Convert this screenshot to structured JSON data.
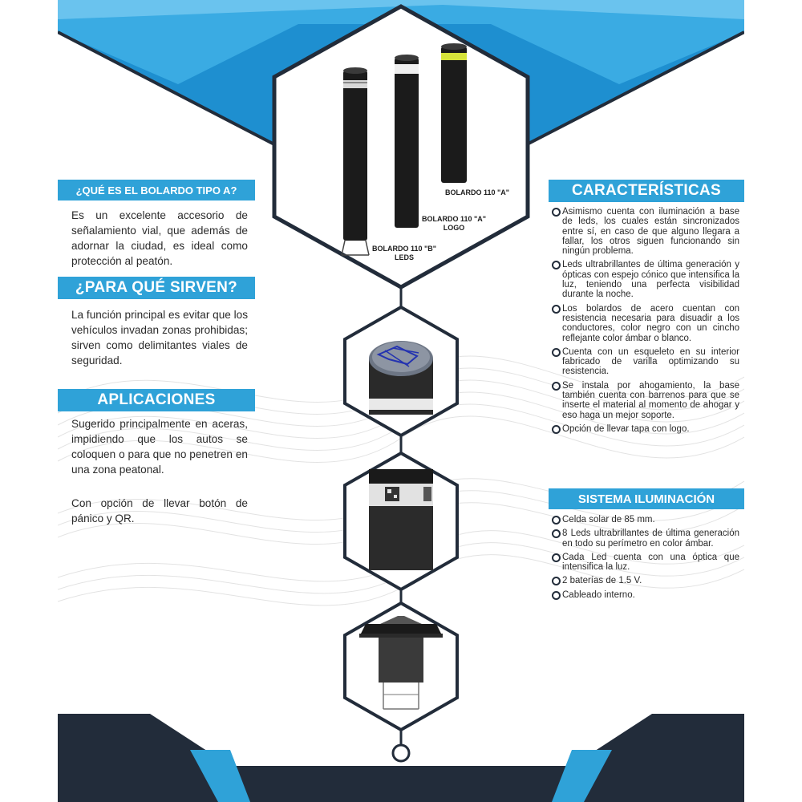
{
  "colors": {
    "accent": "#2fa2d8",
    "navy": "#222c3a",
    "light_blue": "#55b9ea"
  },
  "left": {
    "q1": {
      "title": "¿QUÉ ES EL BOLARDO TIPO A?",
      "text": "Es un excelente accesorio de señalamiento vial, que además de adornar la ciudad, es ideal como protección al peatón."
    },
    "q2": {
      "title": "¿PARA QUÉ SIRVEN?",
      "text": "La función principal es evitar que los vehículos invadan zonas prohibidas; sirven como delimitantes viales de seguridad."
    },
    "q3": {
      "title": "APLICACIONES",
      "text1": "Sugerido principalmente en aceras, impidiendo que los autos se coloquen o para que no penetren en una zona peatonal.",
      "text2": "Con opción de llevar botón de pánico y QR."
    }
  },
  "right": {
    "features": {
      "title": "CARACTERÍSTICAS",
      "items": [
        "Asimismo cuenta con iluminación a base de leds, los cuales están sincronizados entre sí, en caso de que alguno llegara a fallar, los otros siguen funcionando sin ningún problema.",
        "Leds ultrabrillantes de última generación y ópticas con espejo cónico que intensifica la luz, teniendo una perfecta visibilidad durante la noche.",
        "Los bolardos de acero cuentan con resistencia necesaria para disuadir a los conductores, color negro con un cincho reflejante color ámbar o blanco.",
        "Cuenta con un esqueleto en su interior fabricado de varilla optimizando su resistencia.",
        "Se instala por ahogamiento, la base también cuenta con barrenos para que se inserte el material al momento de ahogar y eso haga un mejor soporte.",
        "Opción de llevar tapa con logo."
      ]
    },
    "lighting": {
      "title": "SISTEMA ILUMINACIÓN",
      "items": [
        "Celda solar de 85 mm.",
        "8 Leds ultrabrillantes de última generación en todo su perímetro en color ámbar.",
        "Cada Led cuenta con una óptica que intensifica la luz.",
        "2 baterías de 1.5 V.",
        "Cableado interno."
      ]
    }
  },
  "product_labels": {
    "a": "BOLARDO 110 \"A\"",
    "a_logo_1": "BOLARDO 110 \"A\"",
    "a_logo_2": "LOGO",
    "b_leds_1": "BOLARDO 110 \"B\"",
    "b_leds_2": "LEDS"
  }
}
